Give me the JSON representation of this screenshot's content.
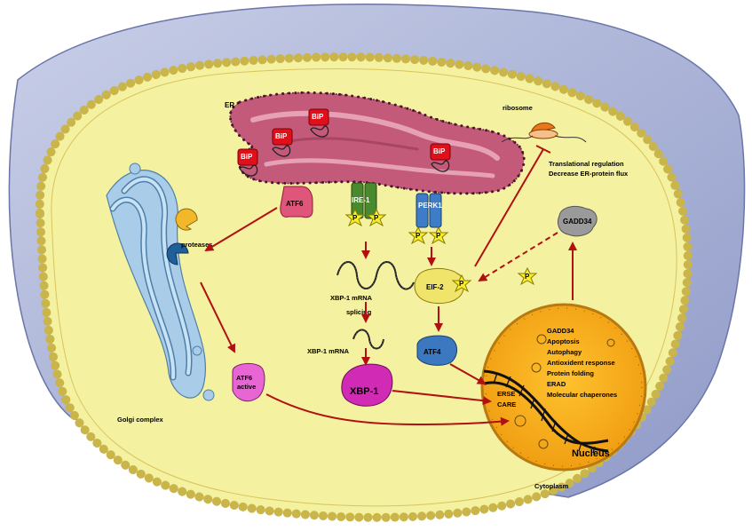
{
  "labels": {
    "er": "ER",
    "bip": "BiP",
    "ribosome": "ribosome",
    "translational_regulation": "Translational  regulation",
    "decrease_flux": "Decrease ER-protein flux",
    "atf6": "ATF6",
    "ire1": "IRE-1",
    "perk1": "PERK1",
    "p": "P",
    "gadd34_cyto": "GADD34",
    "proteases": "proteases",
    "xbp1_mrna_1": "XBP-1 mRNA",
    "splicing": "splicing",
    "xbp1_mrna_2": "XBP-1 mRNA",
    "eif2": "EIF-2",
    "atf4": "ATF4",
    "atf6_active_1": "ATF6",
    "atf6_active_2": "active",
    "xbp1": "XBP-1",
    "golgi": "Golgi complex",
    "erse": "ERSE",
    "care": "CARE",
    "nucleus": "Nucleus",
    "cytoplasm": "Cytoplasm"
  },
  "nucleus_genes": [
    "GADD34",
    "Apoptosis",
    "Autophagy",
    "Antioxident  response",
    "Protein folding",
    "ERAD",
    "Molecular chaperones"
  ],
  "colors": {
    "arrow": "#b01010",
    "cytoplasm": "#f5f2a0",
    "nucleus": "#f7ab1a",
    "er": "#c45a7a",
    "golgi": "#9ec5e6",
    "extracellular": "#a9b3d6"
  }
}
